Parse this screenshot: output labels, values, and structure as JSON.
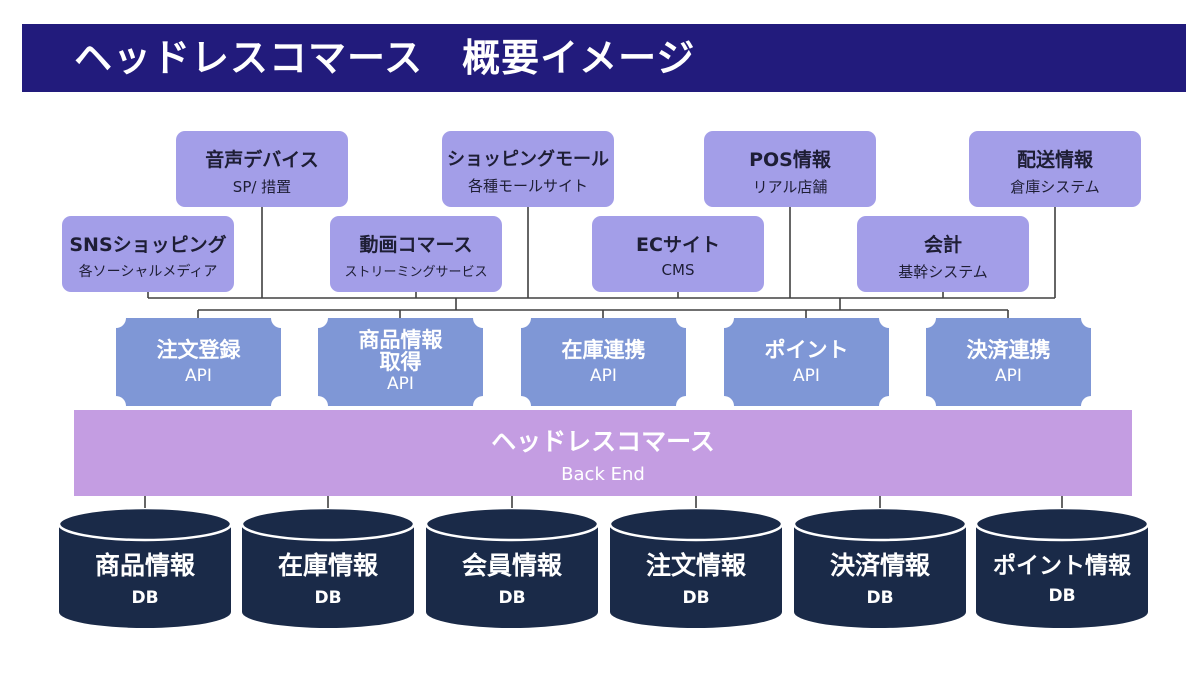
{
  "title": "ヘッドレスコマース　概要イメージ",
  "channels": [
    {
      "title": "音声デバイス",
      "subtitle": "SP/ 措置"
    },
    {
      "title": "ショッピングモール",
      "subtitle": "各種モールサイト"
    },
    {
      "title": "POS情報",
      "subtitle": "リアル店舗"
    },
    {
      "title": "配送情報",
      "subtitle": "倉庫システム"
    },
    {
      "title": "SNSショッピング",
      "subtitle": "各ソーシャルメディア"
    },
    {
      "title": "動画コマース",
      "subtitle": "ストリーミングサービス"
    },
    {
      "title": "ECサイト",
      "subtitle": "CMS"
    },
    {
      "title": "会計",
      "subtitle": "基幹システム"
    }
  ],
  "apis": [
    {
      "title": "注文登録",
      "subtitle": "API"
    },
    {
      "title": "商品情報\n取得",
      "subtitle": "API"
    },
    {
      "title": "在庫連携",
      "subtitle": "API"
    },
    {
      "title": "ポイント",
      "subtitle": "API"
    },
    {
      "title": "決済連携",
      "subtitle": "API"
    }
  ],
  "backend": {
    "title": "ヘッドレスコマース",
    "subtitle": "Back End"
  },
  "databases": [
    {
      "title": "商品情報",
      "subtitle": "DB"
    },
    {
      "title": "在庫情報",
      "subtitle": "DB"
    },
    {
      "title": "会員情報",
      "subtitle": "DB"
    },
    {
      "title": "注文情報",
      "subtitle": "DB"
    },
    {
      "title": "決済情報",
      "subtitle": "DB"
    },
    {
      "title": "ポイント情報",
      "subtitle": "DB"
    }
  ],
  "colors": {
    "header": "#221b7c",
    "channel": "#a39ee8",
    "api": "#7f97d6",
    "backend": "#c49de2",
    "database": "#1a2a48"
  }
}
